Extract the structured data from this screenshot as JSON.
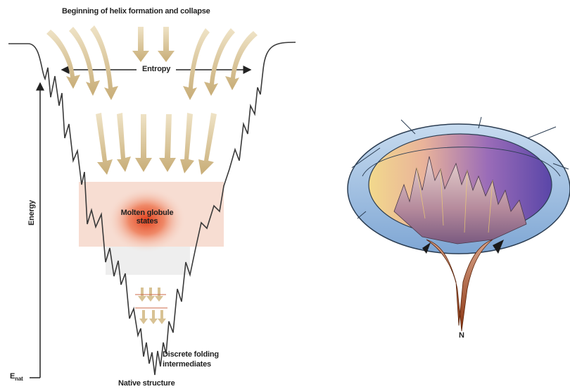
{
  "funnel_diagram": {
    "title": "Beginning of helix formation and collapse",
    "entropy_label": "Entropy",
    "energy_axis_label": "Energy",
    "enat_label": "E",
    "enat_subscript": "nat",
    "molten_label_line1": "Molten globule",
    "molten_label_line2": "states",
    "intermediates_line1": "Discrete folding",
    "intermediates_line2": "intermediates",
    "native_label": "Native structure",
    "colors": {
      "arrow": "#d8c294",
      "molten_band": "#f7ddd2",
      "molten_core": "#e2401c",
      "lower_band": "#eeeeee",
      "funnel_line": "#3a3a3a"
    }
  },
  "landscape_3d": {
    "native_label": "N",
    "colors": {
      "rim_outer": "#8fb8e0",
      "basin_left": "#f2d98c",
      "basin_right": "#5a46a8",
      "peaks": "#c89a9a",
      "tip": "#b04a12"
    }
  }
}
